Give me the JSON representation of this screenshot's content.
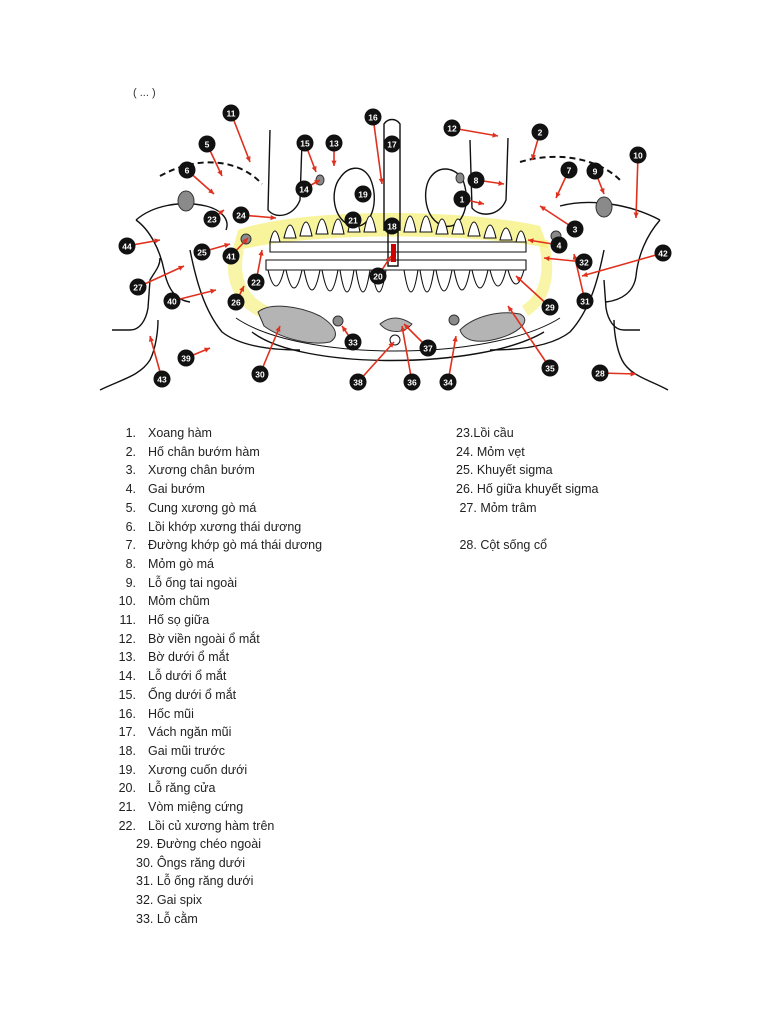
{
  "header_fragment": "( ... )",
  "callouts": [
    "1",
    "2",
    "3",
    "4",
    "5",
    "6",
    "7",
    "8",
    "9",
    "10",
    "11",
    "12",
    "13",
    "14",
    "15",
    "16",
    "17",
    "18",
    "19",
    "20",
    "21",
    "22",
    "23",
    "24",
    "25",
    "26",
    "27",
    "28",
    "29",
    "30",
    "31",
    "32",
    "33",
    "34",
    "35",
    "36",
    "37",
    "38",
    "39",
    "40",
    "41",
    "42",
    "43",
    "44"
  ],
  "legend_left": [
    {
      "num": "1.",
      "text": "Xoang hàm"
    },
    {
      "num": "2.",
      "text": "Hố chân bướm hàm"
    },
    {
      "num": "3.",
      "text": "Xương chân bướm"
    },
    {
      "num": "4.",
      "text": "Gai bướm"
    },
    {
      "num": "5.",
      "text": "Cung xương gò má"
    },
    {
      "num": "6.",
      "text": "Lồi khớp xương thái dương"
    },
    {
      "num": "7.",
      "text": "Đường khớp gò má thái dương"
    },
    {
      "num": "8.",
      "text": "Mỏm gò má"
    },
    {
      "num": "9.",
      "text": "Lỗ ống tai ngoài"
    },
    {
      "num": "10.",
      "text": "Mỏm chũm"
    },
    {
      "num": "11.",
      "text": "Hố sọ giữa"
    },
    {
      "num": "12.",
      "text": "Bờ viền ngoài ổ mắt"
    },
    {
      "num": "13.",
      "text": "Bờ dưới ổ mắt"
    },
    {
      "num": "14.",
      "text": "Lỗ dưới ổ mắt"
    },
    {
      "num": "15.",
      "text": "Ống dưới ổ mắt"
    },
    {
      "num": "16.",
      "text": "Hốc mũi"
    },
    {
      "num": "17.",
      "text": "Vách ngăn mũi"
    },
    {
      "num": "18.",
      "text": "Gai mũi trước"
    },
    {
      "num": "19.",
      "text": "Xương cuốn dưới"
    },
    {
      "num": "20.",
      "text": "Lỗ răng cửa"
    },
    {
      "num": "21.",
      "text": "Vòm miệng cứng"
    },
    {
      "num": "22.",
      "text": "Lồi củ xương hàm trên"
    }
  ],
  "legend_right": [
    "23.Lồi cầu",
    "24. Mỏm vẹt",
    "25. Khuyết sigma",
    "26. Hố giữa khuyết sigma",
    " 27. Mỏm trâm",
    "",
    " 28. Cột sống cổ"
  ],
  "legend_bottom": [
    "29. Đường chéo ngoài",
    "30. Ôngs răng dưới",
    "31. Lỗ ống răng dưới",
    "32. Gai spix",
    "33. Lỗ cằm"
  ]
}
